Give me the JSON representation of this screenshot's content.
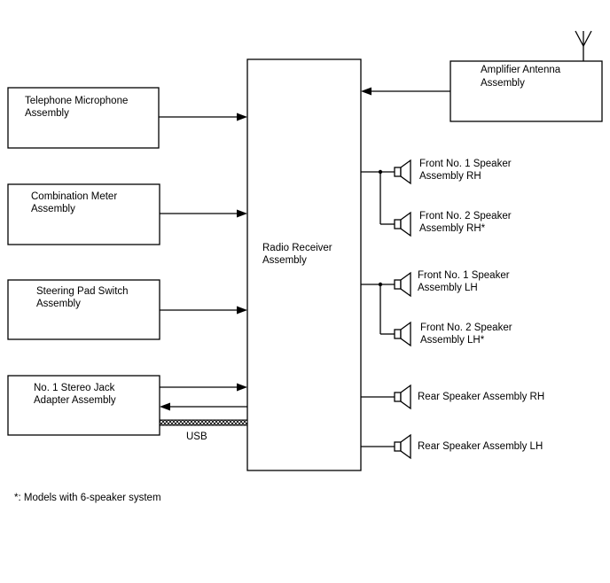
{
  "boxes": {
    "tel_mic": {
      "line1": "Telephone Microphone",
      "line2": "Assembly"
    },
    "comb_meter": {
      "line1": "Combination Meter",
      "line2": "Assembly"
    },
    "steering_sw": {
      "line1": "Steering Pad Switch",
      "line2": "Assembly"
    },
    "stereo_jack": {
      "line1": "No. 1 Stereo Jack",
      "line2": "Adapter Assembly"
    },
    "radio": {
      "line1": "Radio Receiver",
      "line2": "Assembly"
    },
    "antenna": {
      "line1": "Amplifier Antenna",
      "line2": "Assembly"
    }
  },
  "speakers": {
    "front1_rh": {
      "line1": "Front No. 1 Speaker",
      "line2": "Assembly RH"
    },
    "front2_rh": {
      "line1": "Front No. 2 Speaker",
      "line2": "Assembly RH*"
    },
    "front1_lh": {
      "line1": "Front No. 1 Speaker",
      "line2": "Assembly LH"
    },
    "front2_lh": {
      "line1": "Front No. 2 Speaker",
      "line2": "Assembly LH*"
    },
    "rear_rh": {
      "line1": "Rear Speaker Assembly RH"
    },
    "rear_lh": {
      "line1": "Rear Speaker Assembly LH"
    }
  },
  "usb_label": "USB",
  "footnote": "*: Models with 6-speaker system"
}
